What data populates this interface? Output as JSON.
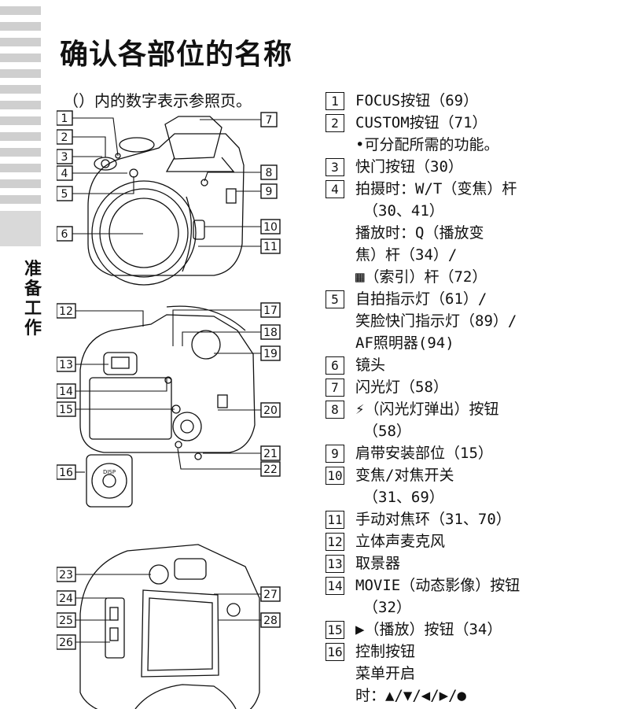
{
  "sidebar": {
    "label": [
      "准",
      "备",
      "工",
      "作"
    ]
  },
  "header": {
    "title": "确认各部位的名称",
    "subtitle": "（）内的数字表示参照页。"
  },
  "callouts": {
    "c1": "1",
    "c2": "2",
    "c3": "3",
    "c4": "4",
    "c5": "5",
    "c6": "6",
    "c7": "7",
    "c8": "8",
    "c9": "9",
    "c10": "10",
    "c11": "11",
    "c12": "12",
    "c13": "13",
    "c14": "14",
    "c15": "15",
    "c16": "16",
    "c17": "17",
    "c18": "18",
    "c19": "19",
    "c20": "20",
    "c21": "21",
    "c22": "22",
    "c23": "23",
    "c24": "24",
    "c25": "25",
    "c26": "26",
    "c27": "27",
    "c28": "28"
  },
  "dial": {
    "disp": "DISP"
  },
  "parts": [
    {
      "num": "1",
      "lines": [
        "FOCUS按钮（69）"
      ]
    },
    {
      "num": "2",
      "lines": [
        "CUSTOM按钮（71）",
        "•可分配所需的功能。"
      ]
    },
    {
      "num": "3",
      "lines": [
        "快门按钮（30）"
      ]
    },
    {
      "num": "4",
      "lines": [
        "拍摄时：W/T（变焦）杆",
        "（30、41）",
        "播放时：Q（播放变",
        "焦）杆（34）/",
        "▦（索引）杆（72）"
      ]
    },
    {
      "num": "5",
      "lines": [
        "自拍指示灯（61）/",
        "笑脸快门指示灯（89）/",
        "AF照明器(94)"
      ]
    },
    {
      "num": "6",
      "lines": [
        "镜头"
      ]
    },
    {
      "num": "7",
      "lines": [
        "闪光灯（58）"
      ]
    },
    {
      "num": "8",
      "lines": [
        "⚡（闪光灯弹出）按钮",
        "（58）"
      ]
    },
    {
      "num": "9",
      "lines": [
        "肩带安装部位（15）"
      ]
    },
    {
      "num": "10",
      "lines": [
        "变焦/对焦开关",
        "（31、69）"
      ]
    },
    {
      "num": "11",
      "lines": [
        "手动对焦环（31、70）"
      ]
    },
    {
      "num": "12",
      "lines": [
        "立体声麦克风"
      ]
    },
    {
      "num": "13",
      "lines": [
        "取景器"
      ]
    },
    {
      "num": "14",
      "lines": [
        "MOVIE（动态影像）按钮",
        "（32）"
      ]
    },
    {
      "num": "15",
      "lines": [
        "▶（播放）按钮（34）"
      ]
    },
    {
      "num": "16",
      "lines": [
        "控制按钮",
        "菜单开启",
        "时：▲/▼/◀/▶/●"
      ]
    }
  ]
}
